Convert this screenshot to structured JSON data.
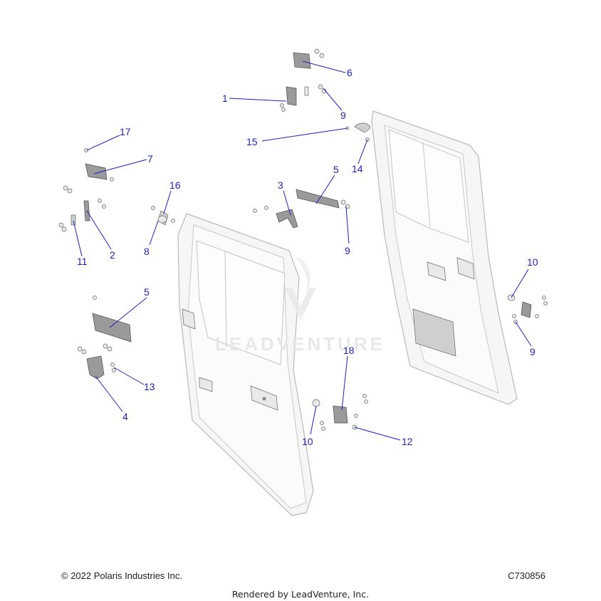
{
  "watermark": {
    "brand_text": "LEADVENTURE"
  },
  "callouts": [
    {
      "id": "c6",
      "label": "6"
    },
    {
      "id": "c1",
      "label": "1"
    },
    {
      "id": "c9a",
      "label": "9"
    },
    {
      "id": "c17",
      "label": "17"
    },
    {
      "id": "c15",
      "label": "15"
    },
    {
      "id": "c7",
      "label": "7"
    },
    {
      "id": "c14",
      "label": "14"
    },
    {
      "id": "c16",
      "label": "16"
    },
    {
      "id": "c3",
      "label": "3"
    },
    {
      "id": "c5a",
      "label": "5"
    },
    {
      "id": "c2",
      "label": "2"
    },
    {
      "id": "c8",
      "label": "8"
    },
    {
      "id": "c9b",
      "label": "9"
    },
    {
      "id": "c11",
      "label": "11"
    },
    {
      "id": "c10a",
      "label": "10"
    },
    {
      "id": "c5b",
      "label": "5"
    },
    {
      "id": "c9c",
      "label": "9"
    },
    {
      "id": "c18",
      "label": "18"
    },
    {
      "id": "c13",
      "label": "13"
    },
    {
      "id": "c4",
      "label": "4"
    },
    {
      "id": "c10b",
      "label": "10"
    },
    {
      "id": "c12",
      "label": "12"
    }
  ],
  "footer": {
    "copyright": "© 2022 Polaris Industries Inc.",
    "diagram_id": "C730856",
    "rendered_by": "Rendered by LeadVenture, Inc."
  }
}
